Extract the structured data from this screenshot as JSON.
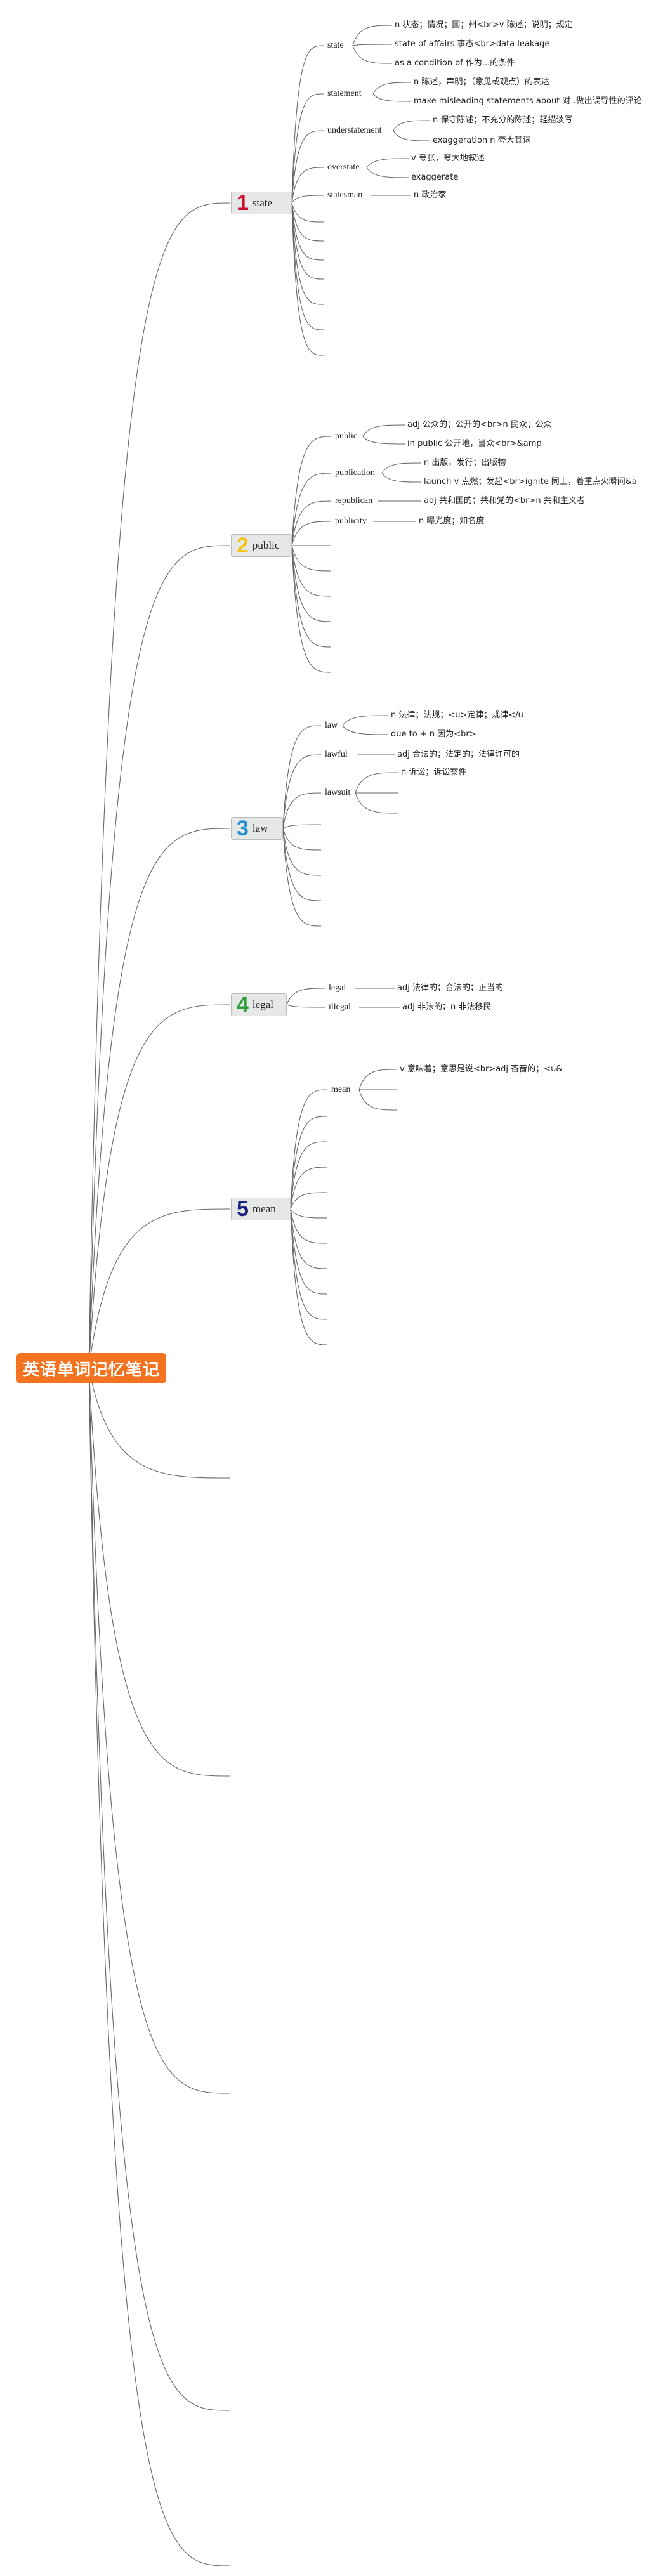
{
  "root": {
    "label": "英语单词记忆笔记"
  },
  "topics": [
    {
      "number": "1",
      "label": "state",
      "color": "#c8102e",
      "words": [
        {
          "word": "state",
          "defs": [
            "n 状态；情况；国；州<br>v 陈述；说明；规定",
            "state of affairs 事态<br>data leakage",
            "as a condition of 作为...的条件"
          ]
        },
        {
          "word": "statement",
          "defs": [
            "n 陈述，声明；（意见或观点）的表达",
            "make misleading statements about 对..做出误导性的评论"
          ]
        },
        {
          "word": "understatement",
          "defs": [
            "n 保守陈述；不充分的陈述；轻描淡写",
            "exaggeration n 夸大其词"
          ]
        },
        {
          "word": "overstate",
          "defs": [
            "v 夸张，夸大地叙述",
            "exaggerate"
          ]
        },
        {
          "word": "statesman",
          "defs": [
            "n 政治家"
          ]
        }
      ]
    },
    {
      "number": "2",
      "label": "public",
      "color": "#f0c419",
      "words": [
        {
          "word": "public",
          "defs": [
            "adj 公众的；公开的<br>n 民众；公众",
            "in public 公开地，当众<br>&amp"
          ]
        },
        {
          "word": "publication",
          "defs": [
            "n 出版，发行；出版物",
            "launch v 点燃；发起<br>ignite 同上，着重点火瞬间&a"
          ]
        },
        {
          "word": "republican",
          "defs": [
            "adj 共和国的；共和党的<br>n 共和主义者"
          ]
        },
        {
          "word": "publicity",
          "defs": [
            "n 曝光度；知名度"
          ]
        }
      ]
    },
    {
      "number": "3",
      "label": "law",
      "color": "#1e90d6",
      "words": [
        {
          "word": "law",
          "defs": [
            "n 法律；法规；<u>定律；规律</u",
            "due to + n 因为<br>"
          ]
        },
        {
          "word": "lawful",
          "defs": [
            "adj 合法的；法定的；法律许可的"
          ]
        },
        {
          "word": "lawsuit",
          "defs": [
            "n 诉讼；诉讼案件"
          ]
        }
      ]
    },
    {
      "number": "4",
      "label": "legal",
      "color": "#2e9e3a",
      "words": [
        {
          "word": "legal",
          "defs": [
            "adj 法律的；合法的；正当的"
          ]
        },
        {
          "word": "illegal",
          "defs": [
            "adj 非法的；n 非法移民"
          ]
        }
      ]
    },
    {
      "number": "5",
      "label": "mean",
      "color": "#1a237e",
      "words": [
        {
          "word": "mean",
          "defs": [
            "v 意味着；意思是说<br>adj 吝啬的；<u&"
          ]
        }
      ]
    }
  ]
}
